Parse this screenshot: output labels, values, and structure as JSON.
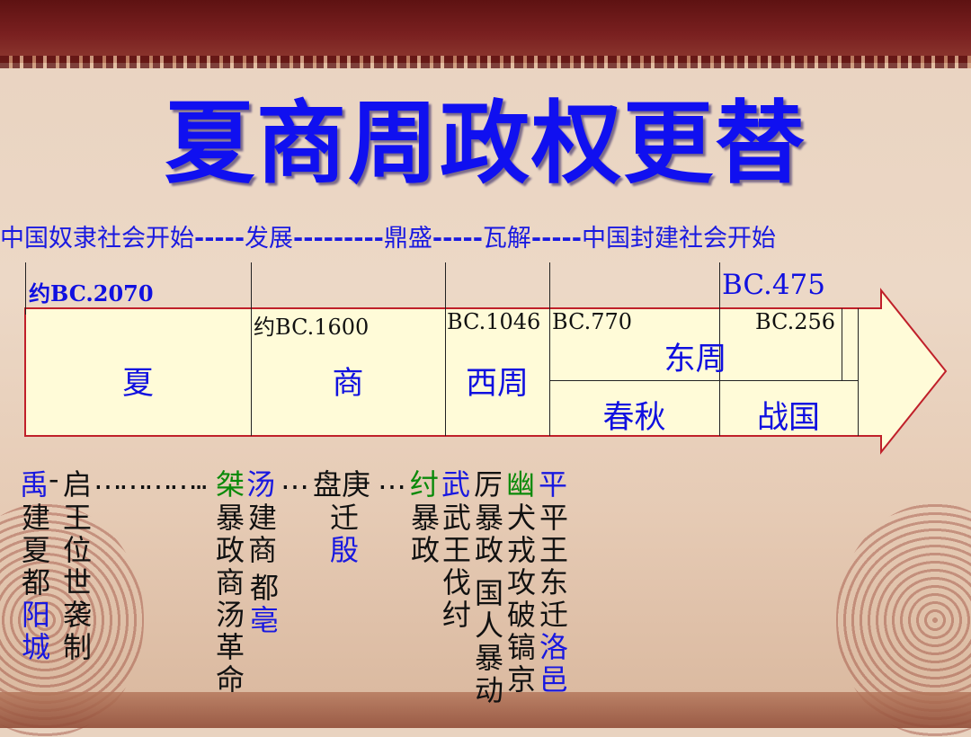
{
  "title": "夏商周政权更替",
  "subtitle": {
    "part1": "中国奴隶社会开始",
    "dash1": "-----",
    "part2": "发展",
    "dash2": "---------",
    "part3": "鼎盛",
    "dash3": "-----",
    "part4": "瓦解",
    "dash4": "-----",
    "part5": "中国封建社会开始"
  },
  "timeline": {
    "dates": {
      "xia_start": "约BC.2070",
      "shang_start": "约BC.1600",
      "xizhou_start": "BC.1046",
      "dongzhou_start": "BC.770",
      "zhanguo_start": "BC.475",
      "zhou_end": "BC.256"
    },
    "dynasties": {
      "xia": "夏",
      "shang": "商",
      "xizhou": "西周",
      "dongzhou": "东周",
      "chunqiu": "春秋",
      "zhanguo": "战国"
    }
  },
  "notes": {
    "row1": {
      "yu": "禹",
      "sep1": "-",
      "qi": "启",
      "dots1": "…………..",
      "jie": "桀",
      "tang": "汤",
      "dots2": "…",
      "pangeng": "盘庚",
      "dots3": "…",
      "zhou_king": "纣",
      "wu": "武",
      "li": "厉",
      "you": "幽",
      "ping": "平"
    },
    "col_yu": [
      "建",
      "夏",
      "都",
      "阳",
      "城"
    ],
    "col_qi": [
      "王",
      "位",
      "世",
      "袭",
      "制"
    ],
    "col_jie": [
      "暴",
      "政",
      "商",
      "汤",
      "革",
      "命"
    ],
    "col_tang_a": [
      "建",
      "商"
    ],
    "col_tang_b": [
      "都",
      "亳"
    ],
    "col_pangeng": [
      "迁",
      "殷"
    ],
    "col_zhou_king": [
      "暴",
      "政"
    ],
    "col_wu": [
      "武",
      "王",
      "伐",
      "纣"
    ],
    "col_li_a": [
      "暴",
      "政"
    ],
    "col_li_b": [
      "国",
      "人",
      "暴",
      "动"
    ],
    "col_you": [
      "犬",
      "戎",
      "攻",
      "破",
      "镐",
      "京"
    ],
    "col_ping": [
      "平",
      "王",
      "东",
      "迁",
      "洛",
      "邑"
    ]
  },
  "colors": {
    "title": "#1010f0",
    "accent_blue": "#1010e0",
    "accent_green": "#0a8a0a",
    "arrow_fill": "#fffbd8",
    "arrow_border": "#c0202a"
  }
}
